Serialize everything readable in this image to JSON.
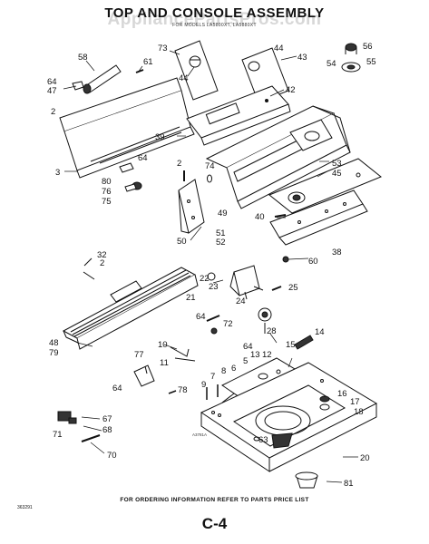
{
  "diagram": {
    "title": "TOP AND CONSOLE ASSEMBLY",
    "watermark": "AppliancePartsPros.com",
    "subtitle": "FOR MODELS LA5800XT, LA5880XT",
    "footer": "FOR ORDERING INFORMATION REFER TO PARTS PRICE LIST",
    "document_number": "363291",
    "small_code": "A3781A",
    "page_number": "C-4",
    "callouts": [
      "58",
      "64",
      "47",
      "2",
      "61",
      "73",
      "44",
      "44",
      "43",
      "56",
      "54",
      "55",
      "42",
      "39",
      "53",
      "45",
      "74",
      "64",
      "3",
      "80",
      "76",
      "75",
      "2",
      "49",
      "40",
      "50",
      "51",
      "52",
      "38",
      "60",
      "32",
      "2",
      "22",
      "23",
      "21",
      "24",
      "25",
      "64",
      "72",
      "28",
      "14",
      "48",
      "79",
      "77",
      "10",
      "11",
      "64",
      "5",
      "13",
      "12",
      "15",
      "6",
      "9",
      "7",
      "8",
      "64",
      "78",
      "16",
      "17",
      "18",
      "67",
      "68",
      "71",
      "70",
      "63",
      "20",
      "81"
    ]
  },
  "colors": {
    "ink": "#111111",
    "paper": "#ffffff",
    "watermark": "#8c8c8c"
  }
}
